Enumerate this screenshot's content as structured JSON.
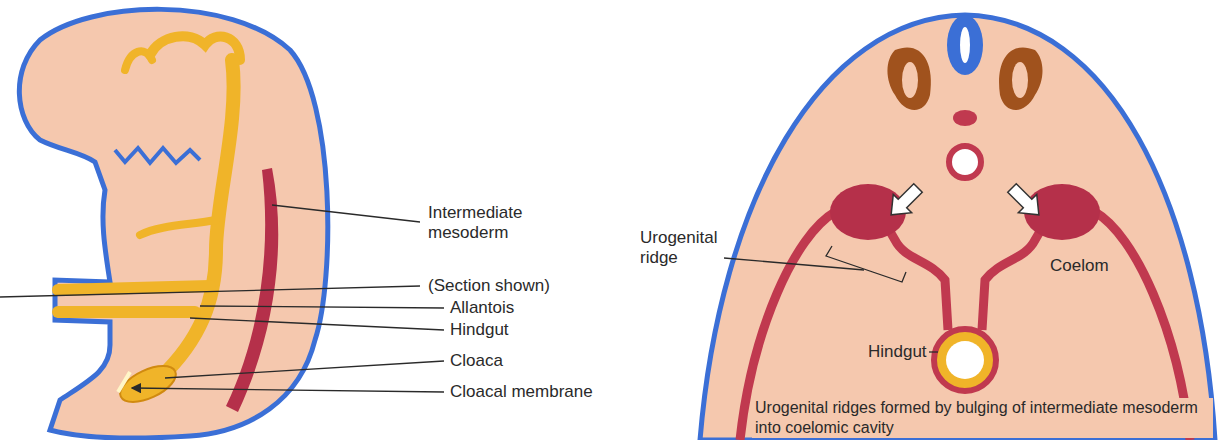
{
  "diagram": {
    "caption": "Urogenital ridges formed by bulging of intermediate mesoderm into coelomic cavity",
    "labels": [
      "Intermediate mesoderm",
      "(Section shown)",
      "Allantois",
      "Hindgut",
      "Cloaca",
      "Cloacal membrane",
      "Urogenital ridge",
      "Hindgut",
      "Coelom"
    ]
  }
}
